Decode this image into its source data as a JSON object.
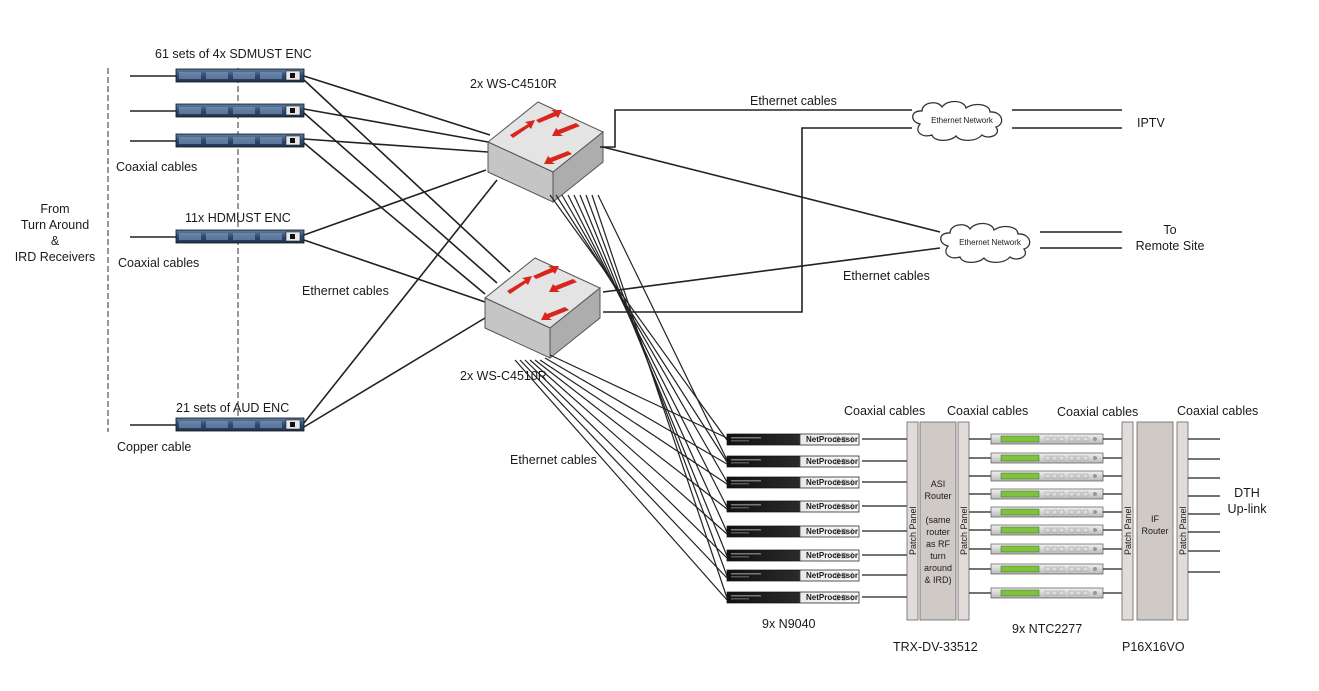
{
  "labels": {
    "sdmust": "61 sets of 4x SDMUST ENC",
    "hdmust": "11x HDMUST ENC",
    "aud": "21 sets of AUD ENC",
    "from_1": "From",
    "from_2": "Turn Around",
    "from_3": "&",
    "from_4": "IRD Receivers",
    "coax_1": "Coaxial cables",
    "coax_2": "Coaxial cables",
    "copper": "Copper cable",
    "switch_top": "2x WS-C4510R",
    "switch_bottom": "2x WS-C4510R",
    "eth_top": "Ethernet cables",
    "eth_mid_left": "Ethernet cables",
    "eth_right": "Ethernet cables",
    "eth_bottom": "Ethernet cables",
    "cloud_top": "Ethernet Network",
    "cloud_bottom": "Ethernet Network",
    "iptv": "IPTV",
    "remote_1": "To",
    "remote_2": "Remote Site",
    "coax_a": "Coaxial cables",
    "coax_b": "Coaxial cables",
    "coax_c": "Coaxial cables",
    "coax_d": "Coaxial cables",
    "patch_1": "Patch Panel",
    "patch_2": "Patch Panel",
    "patch_3": "Patch Panel",
    "patch_4": "Patch Panel",
    "asi_1": "ASI",
    "asi_2": "Router",
    "asi_3": "(same",
    "asi_4": "router",
    "asi_5": "as RF",
    "asi_6": "turn",
    "asi_7": "around",
    "asi_8": "& IRD)",
    "if_1": "IF",
    "if_2": "Router",
    "dth_1": "DTH",
    "dth_2": "Up-link",
    "n9040": "9x N9040",
    "trx": "TRX-DV-33512",
    "ntc": "9x NTC2277",
    "p16": "P16X16VO",
    "netprocessor": "NetProcessor"
  },
  "colors": {
    "cable": "#222222",
    "encoder_body": "#3c5d86",
    "switch_top": "#dedede",
    "switch_side": "#b8b8b8",
    "arrow": "#d8261e",
    "router_fill": "#d0cac7",
    "panel_fill": "#e1dcda",
    "modulator_display": "#7fc241"
  }
}
